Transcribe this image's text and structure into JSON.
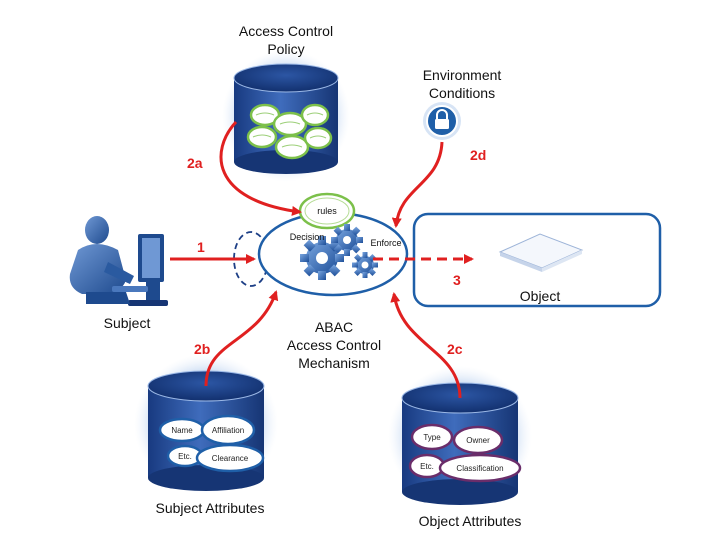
{
  "labels": {
    "policy_line1": "Access Control",
    "policy_line2": "Policy",
    "env_line1": "Environment",
    "env_line2": "Conditions",
    "subject": "Subject",
    "object": "Object",
    "mechanism_line1": "ABAC",
    "mechanism_line2": "Access Control",
    "mechanism_line3": "Mechanism",
    "subject_attributes": "Subject Attributes",
    "object_attributes": "Object Attributes"
  },
  "steps": {
    "s1": "1",
    "s2a": "2a",
    "s2b": "2b",
    "s2c": "2c",
    "s2d": "2d",
    "s3": "3"
  },
  "mechanism": {
    "rules": "rules",
    "decision": "Decision",
    "enforce": "Enforce"
  },
  "subject_attrs": {
    "name": "Name",
    "affiliation": "Affiliation",
    "etc": "Etc.",
    "clearance": "Clearance"
  },
  "object_attrs": {
    "type": "Type",
    "owner": "Owner",
    "etc": "Etc.",
    "classification": "Classification"
  },
  "colors": {
    "arrow": "#e02020",
    "db_dark": "#1d3f86",
    "db_light": "#5a8ad0",
    "accent_blue": "#1f5fa8",
    "rules_green": "#7cc04a",
    "attr_purple": "#6a2d6a"
  },
  "icons": {
    "subject": "person-at-computer-icon",
    "environment": "padlock-icon",
    "object": "document-icon",
    "mechanism": "gears-icon"
  }
}
